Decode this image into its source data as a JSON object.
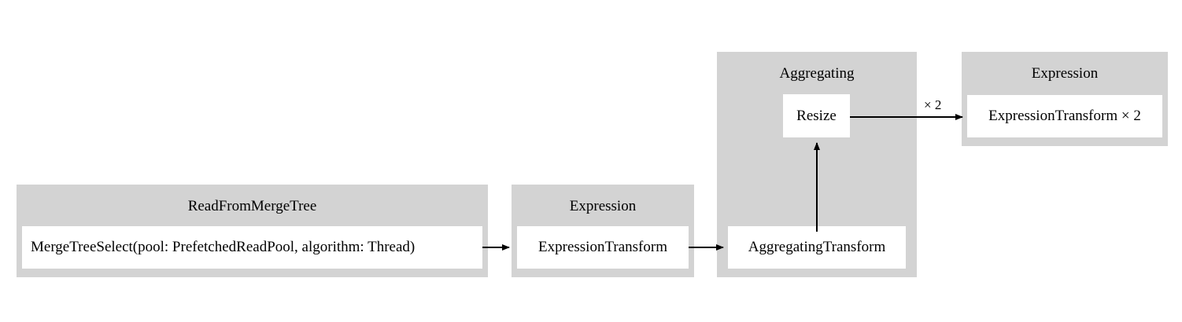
{
  "diagram": {
    "type": "pipeline-flow-graph",
    "background_color": "#ffffff",
    "cluster_color": "#d3d3d3",
    "node_color": "#ffffff",
    "edge_color": "#000000",
    "clusters": [
      {
        "id": "read-from-merge-tree",
        "title": "ReadFromMergeTree",
        "nodes": [
          {
            "id": "merge-tree-select",
            "label": "MergeTreeSelect(pool: PrefetchedReadPool, algorithm: Thread)"
          }
        ]
      },
      {
        "id": "expression-1",
        "title": "Expression",
        "nodes": [
          {
            "id": "expression-transform",
            "label": "ExpressionTransform"
          }
        ]
      },
      {
        "id": "aggregating",
        "title": "Aggregating",
        "nodes": [
          {
            "id": "resize",
            "label": "Resize"
          },
          {
            "id": "aggregating-transform",
            "label": "AggregatingTransform"
          }
        ]
      },
      {
        "id": "expression-2",
        "title": "Expression",
        "nodes": [
          {
            "id": "expression-transform-x2",
            "label": "ExpressionTransform × 2"
          }
        ]
      }
    ],
    "edges": [
      {
        "id": "edge-merge-to-expression",
        "from": "merge-tree-select",
        "to": "expression-transform",
        "label": ""
      },
      {
        "id": "edge-expression-to-aggregating",
        "from": "expression-transform",
        "to": "aggregating-transform",
        "label": ""
      },
      {
        "id": "edge-aggregating-to-resize",
        "from": "aggregating-transform",
        "to": "resize",
        "label": ""
      },
      {
        "id": "edge-resize-to-expression2",
        "from": "resize",
        "to": "expression-transform-x2",
        "label": "× 2"
      }
    ]
  }
}
